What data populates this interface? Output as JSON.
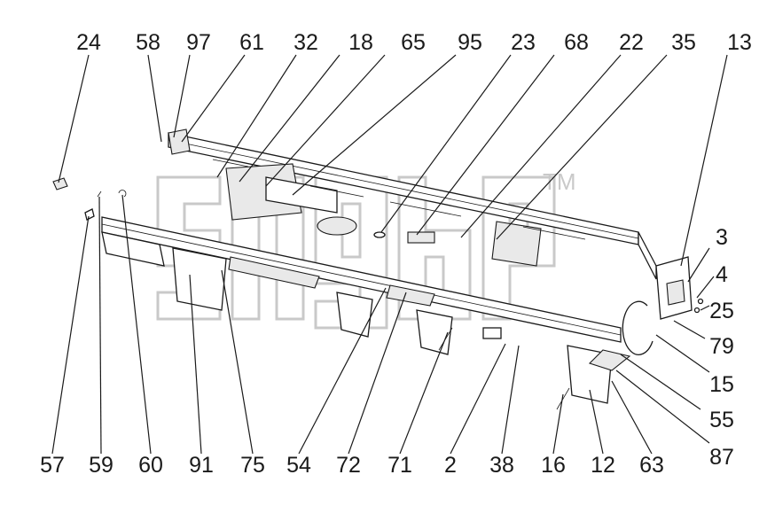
{
  "watermark": {
    "mark": "TM"
  },
  "callouts_top": [
    "24",
    "58",
    "97",
    "61",
    "32",
    "18",
    "65",
    "95",
    "23",
    "68",
    "22",
    "35",
    "13"
  ],
  "callouts_right": [
    "3",
    "4",
    "25",
    "79",
    "15",
    "55",
    "87"
  ],
  "callouts_bottom": [
    "57",
    "59",
    "60",
    "91",
    "75",
    "54",
    "72",
    "71",
    "2",
    "38",
    "16",
    "12",
    "63"
  ]
}
